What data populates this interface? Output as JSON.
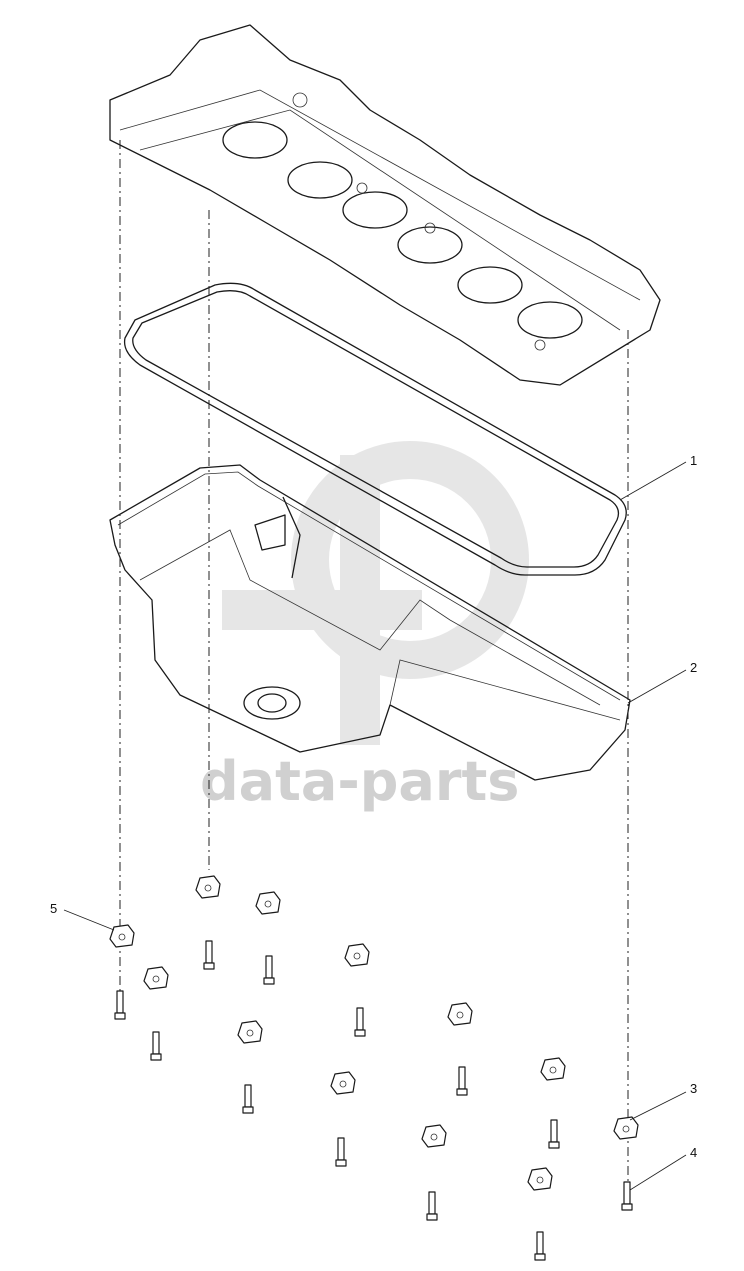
{
  "watermark": {
    "text": "data-parts",
    "color": "#d0d0d0"
  },
  "callouts": [
    {
      "id": "1",
      "label": "1",
      "part": "oil-pan-gasket"
    },
    {
      "id": "2",
      "label": "2",
      "part": "oil-pan"
    },
    {
      "id": "3",
      "label": "3",
      "part": "spacer-clip"
    },
    {
      "id": "4",
      "label": "4",
      "part": "bolt"
    },
    {
      "id": "5",
      "label": "5",
      "part": "spacer-clip"
    }
  ],
  "colors": {
    "line": "#1a1a1a",
    "background": "#ffffff"
  }
}
